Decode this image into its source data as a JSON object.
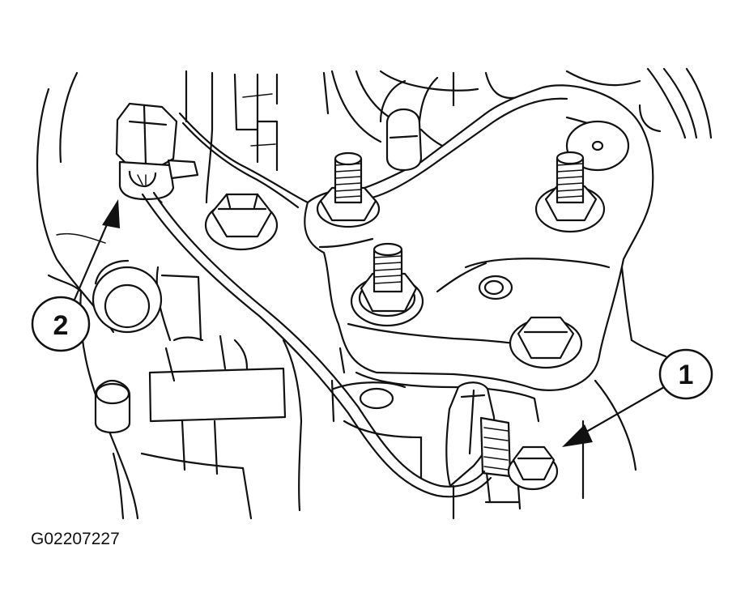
{
  "figure_id": "G02207227",
  "callouts": [
    {
      "label": "1"
    },
    {
      "label": "2"
    }
  ],
  "colors": {
    "line": "#111111",
    "background": "#ffffff"
  }
}
